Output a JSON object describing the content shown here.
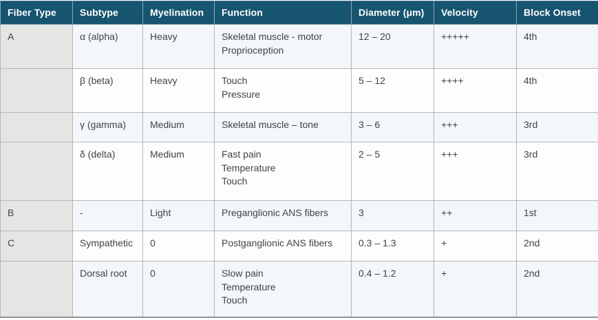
{
  "table": {
    "title": "Nerve fiber classification table",
    "colors": {
      "header_bg": "#175470",
      "header_text": "#ffffff",
      "fiber_type_column_bg": "#e5e5e4",
      "row_stripe_light_blue": "#f3f7f9",
      "row_stripe_white": "#fdfdfd",
      "cell_border": "#b4b6b8",
      "body_text": "#404347"
    },
    "columns": [
      {
        "label": "Fiber Type"
      },
      {
        "label": "Subtype"
      },
      {
        "label": "Myelination"
      },
      {
        "label": "Function"
      },
      {
        "label": "Diameter (μm)"
      },
      {
        "label": "Velocity"
      },
      {
        "label": "Block Onset"
      }
    ],
    "rows": [
      {
        "fiber_type": "A",
        "subtype": "α (alpha)",
        "myelination": "Heavy",
        "function": "Skeletal muscle - motor\nProprioception",
        "diameter": "12 – 20",
        "velocity": "+++++",
        "block_onset": "4th"
      },
      {
        "fiber_type": "",
        "subtype": "β (beta)",
        "myelination": "Heavy",
        "function": "Touch\nPressure",
        "diameter": "5 – 12",
        "velocity": "++++",
        "block_onset": "4th"
      },
      {
        "fiber_type": "",
        "subtype": "γ (gamma)",
        "myelination": "Medium",
        "function": "Skeletal muscle – tone",
        "diameter": "3 – 6",
        "velocity": "+++",
        "block_onset": "3rd"
      },
      {
        "fiber_type": "",
        "subtype": "δ (delta)",
        "myelination": "Medium",
        "function": "Fast pain\nTemperature\nTouch",
        "diameter": "2 – 5",
        "velocity": "+++",
        "block_onset": "3rd"
      },
      {
        "fiber_type": "B",
        "subtype": "-",
        "myelination": "Light",
        "function": "Preganglionic ANS fibers",
        "diameter": "3",
        "velocity": "++",
        "block_onset": "1st"
      },
      {
        "fiber_type": "C",
        "subtype": "Sympathetic",
        "myelination": "0",
        "function": "Postganglionic ANS fibers",
        "diameter": "0.3 – 1.3",
        "velocity": "+",
        "block_onset": "2nd"
      },
      {
        "fiber_type": "",
        "subtype": "Dorsal root",
        "myelination": "0",
        "function": "Slow pain\nTemperature\nTouch",
        "diameter": "0.4 – 1.2",
        "velocity": "+",
        "block_onset": "2nd"
      }
    ]
  }
}
